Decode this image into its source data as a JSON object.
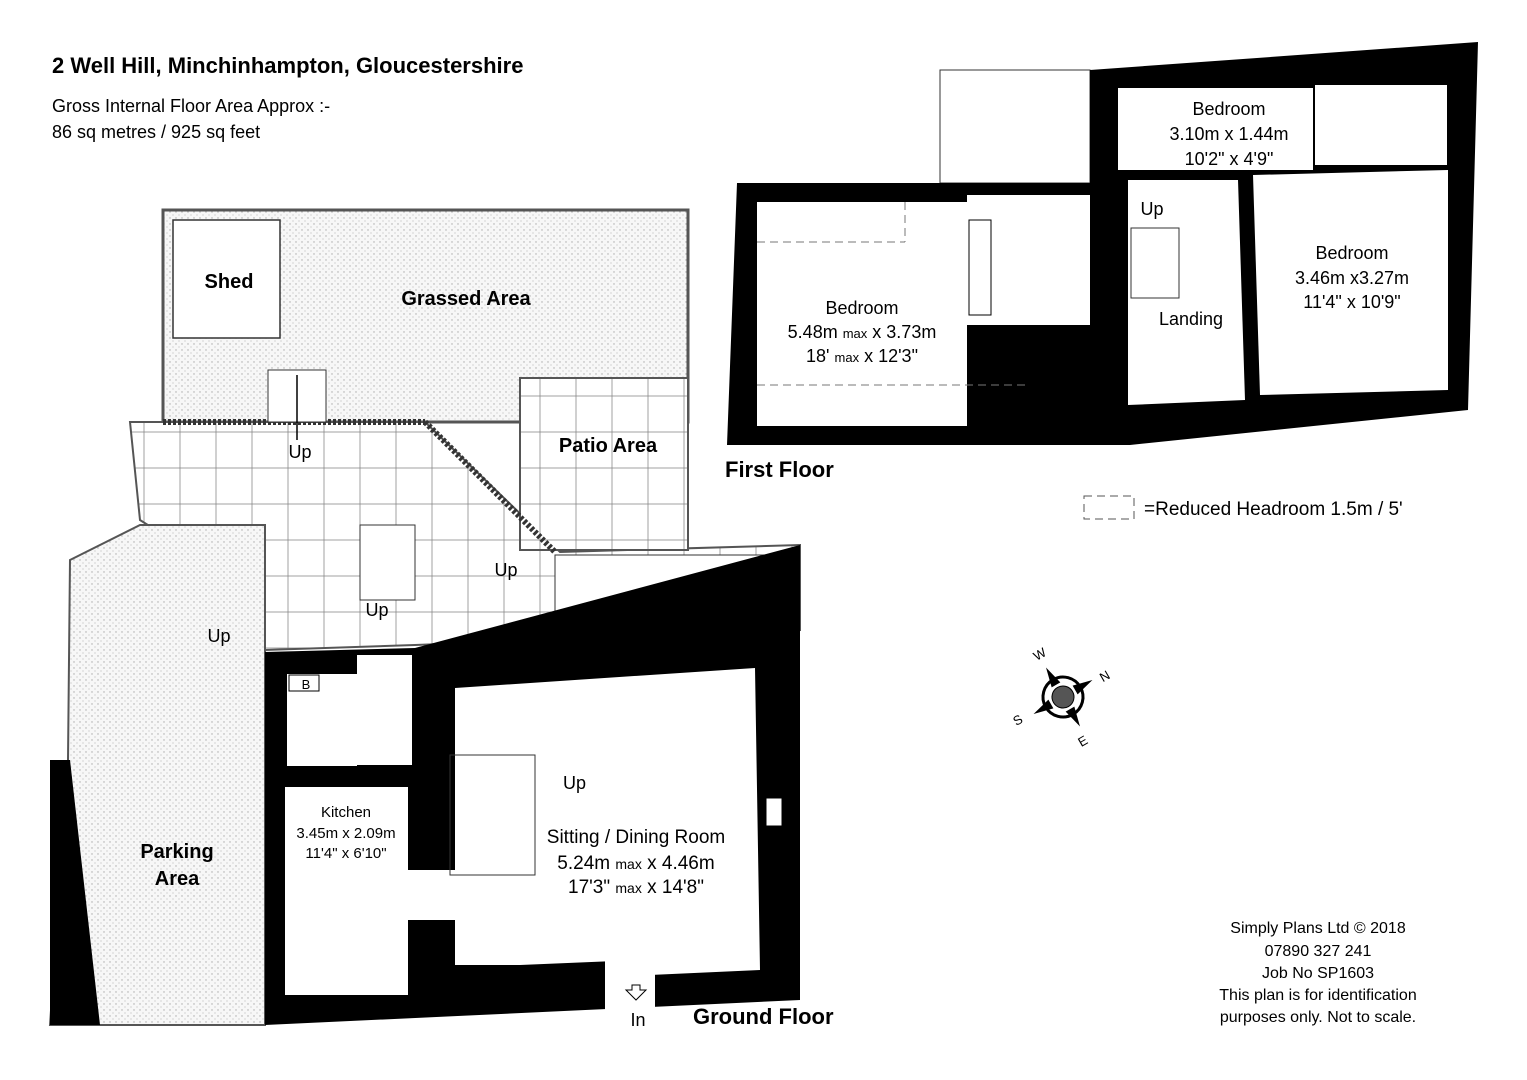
{
  "header": {
    "title": "2 Well Hill, Minchinhampton, Gloucestershire",
    "area_label": "Gross Internal Floor Area Approx :-",
    "area_value": "86 sq metres / 925 sq feet"
  },
  "outside": {
    "shed": "Shed",
    "grassed": "Grassed Area",
    "patio": "Patio Area",
    "parking_1": "Parking",
    "parking_2": "Area",
    "up": "Up"
  },
  "ground_floor": {
    "label": "Ground Floor",
    "entrance": "In",
    "boiler": "B",
    "kitchen": {
      "name": "Kitchen",
      "metric": "3.45m x 2.09m",
      "imperial": "11'4\" x 6'10\""
    },
    "sitting": {
      "name": "Sitting / Dining Room",
      "metric_a": "5.24m",
      "metric_max": "max",
      "metric_b": "x 4.46m",
      "imperial_a": "17'3\"",
      "imperial_max": "max",
      "imperial_b": "x 14'8\""
    }
  },
  "first_floor": {
    "label": "First Floor",
    "landing": "Landing",
    "up": "Up",
    "bedroom_main": {
      "name": "Bedroom",
      "metric_a": "5.48m",
      "metric_max": "max",
      "metric_b": "x 3.73m",
      "imperial_a": "18'",
      "imperial_max": "max",
      "imperial_b": "x 12'3\""
    },
    "bedroom_small": {
      "name": "Bedroom",
      "metric": "3.10m x 1.44m",
      "imperial": "10'2\" x 4'9\""
    },
    "bedroom_right": {
      "name": "Bedroom",
      "metric": "3.46m x3.27m",
      "imperial": "11'4\" x 10'9\""
    }
  },
  "legend": {
    "text": "=Reduced Headroom  1.5m / 5'"
  },
  "compass": {
    "n": "N",
    "e": "E",
    "s": "S",
    "w": "W"
  },
  "footer": {
    "company": "Simply Plans Ltd © 2018",
    "phone": "07890 327 241",
    "job": "Job No SP1603",
    "disclaimer_1": "This plan is for identification",
    "disclaimer_2": "purposes only. Not to scale."
  }
}
